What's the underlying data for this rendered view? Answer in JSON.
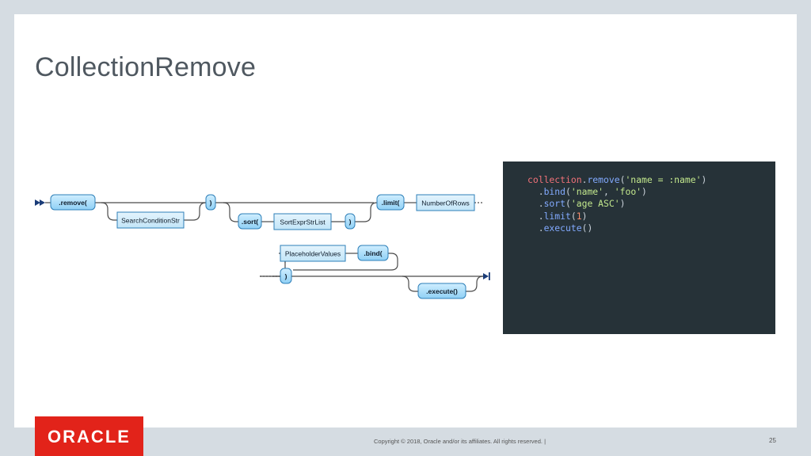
{
  "slide": {
    "title": "CollectionRemove",
    "footer": "Copyright © 2018, Oracle and/or its affiliates. All rights reserved.  |",
    "page_number": "25",
    "logo_text": "ORACLE"
  },
  "diagram": {
    "terminals": {
      "remove": ".remove(",
      "close1": ")",
      "sort": ".sort(",
      "close2": ")",
      "limit": ".limit(",
      "bind": ".bind(",
      "close3": ")",
      "execute": ".execute()"
    },
    "nonterminals": {
      "search": "SearchConditionStr",
      "sortexpr": "SortExprStrList",
      "rows": "NumberOfRows",
      "placeholder": "PlaceholderValues"
    }
  },
  "code": {
    "lines": [
      [
        {
          "t": "collection",
          "c": "var"
        },
        {
          "t": ".",
          "c": "punc"
        },
        {
          "t": "remove",
          "c": "fn"
        },
        {
          "t": "(",
          "c": "punc"
        },
        {
          "t": "'name = :name'",
          "c": "str"
        },
        {
          "t": ")",
          "c": "punc"
        }
      ],
      [
        {
          "t": "  .",
          "c": "punc"
        },
        {
          "t": "bind",
          "c": "fn"
        },
        {
          "t": "(",
          "c": "punc"
        },
        {
          "t": "'name'",
          "c": "str"
        },
        {
          "t": ", ",
          "c": "punc"
        },
        {
          "t": "'foo'",
          "c": "str"
        },
        {
          "t": ")",
          "c": "punc"
        }
      ],
      [
        {
          "t": "  .",
          "c": "punc"
        },
        {
          "t": "sort",
          "c": "fn"
        },
        {
          "t": "(",
          "c": "punc"
        },
        {
          "t": "'age ASC'",
          "c": "str"
        },
        {
          "t": ")",
          "c": "punc"
        }
      ],
      [
        {
          "t": "  .",
          "c": "punc"
        },
        {
          "t": "limit",
          "c": "fn"
        },
        {
          "t": "(",
          "c": "punc"
        },
        {
          "t": "1",
          "c": "num"
        },
        {
          "t": ")",
          "c": "punc"
        }
      ],
      [
        {
          "t": "  .",
          "c": "punc"
        },
        {
          "t": "execute",
          "c": "fn"
        },
        {
          "t": "()",
          "c": "punc"
        }
      ]
    ]
  }
}
